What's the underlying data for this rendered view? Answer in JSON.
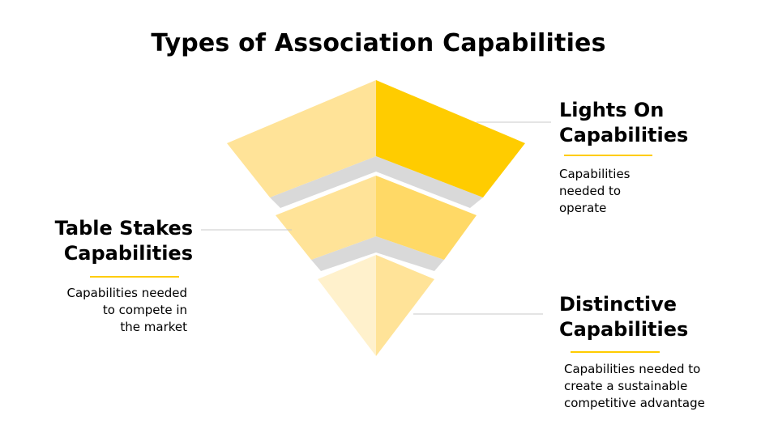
{
  "title": "Types of Association Capabilities",
  "tiers": [
    {
      "heading_line1": "Lights On",
      "heading_line2": "Capabilities",
      "desc_line1": "Capabilities",
      "desc_line2": "needed to",
      "desc_line3": "operate"
    },
    {
      "heading_line1": "Table Stakes",
      "heading_line2": "Capabilities",
      "desc_line1": "Capabilities needed",
      "desc_line2": "to compete in",
      "desc_line3": "the market"
    },
    {
      "heading_line1": "Distinctive",
      "heading_line2": "Capabilities",
      "desc_line1": "Capabilities needed to",
      "desc_line2": "create a sustainable",
      "desc_line3": "competitive advantage"
    }
  ],
  "colors": {
    "accent": "#ffcc00",
    "top_left": "#ffe398",
    "top_right": "#ffcc00",
    "mid_left": "#ffe398",
    "mid_right": "#ffd966",
    "bottom_left": "#fff1cc",
    "bottom_right": "#ffe398",
    "gap": "#d9d9d9",
    "connector": "#c8c8c8"
  }
}
